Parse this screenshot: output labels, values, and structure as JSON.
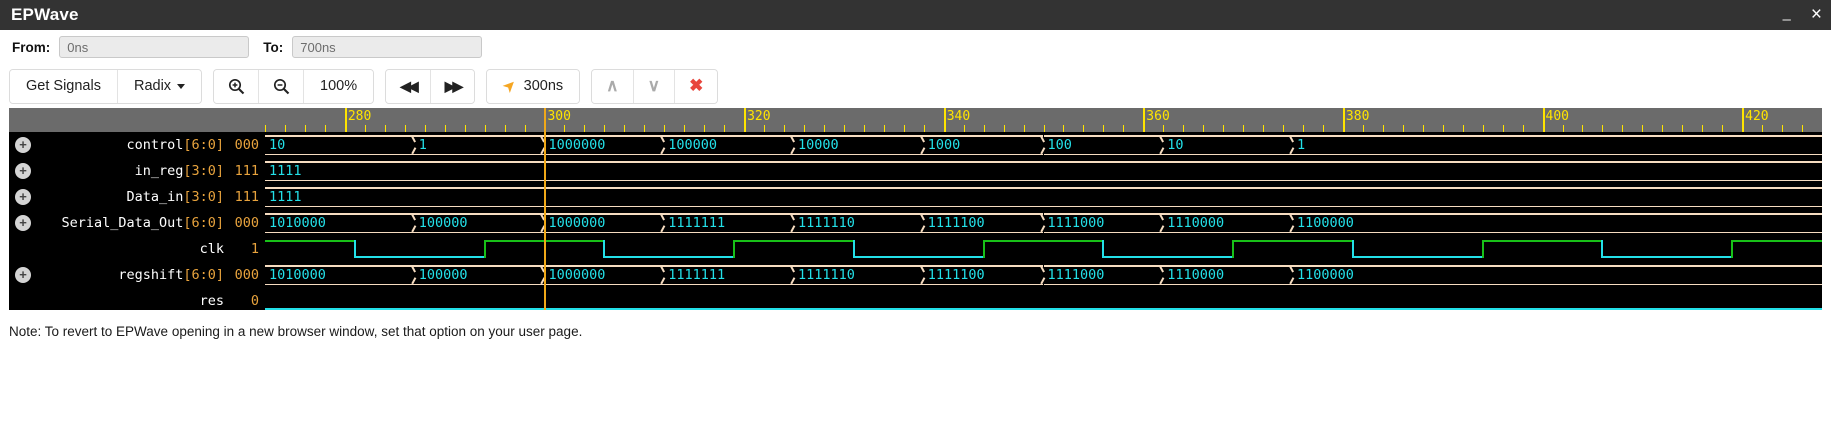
{
  "window": {
    "title": "EPWave",
    "minimize_label": "–",
    "close_label": "×"
  },
  "range": {
    "from_label": "From:",
    "from_value": "0ns",
    "to_label": "To:",
    "to_value": "700ns"
  },
  "toolbar": {
    "get_signals": "Get Signals",
    "radix": "Radix",
    "zoom_in_icon": "zoom-in-icon",
    "zoom_out_icon": "zoom-out-icon",
    "zoom_level": "100%",
    "prev_label": "◀◀",
    "next_label": "▶▶",
    "goto_time": "300ns",
    "goto_icon": "➤",
    "up_label": "∧",
    "down_label": "∨",
    "delete_label": "✖"
  },
  "chart_data": {
    "type": "waveform",
    "title": "EPWave waveform viewer",
    "time_unit": "ns",
    "visible_range": [
      272,
      428
    ],
    "cursor_time": 300,
    "tick_interval": 20,
    "minor_tick_interval": 2,
    "axis_labels": [
      "280",
      "300",
      "320",
      "340",
      "360",
      "380",
      "400",
      "420"
    ],
    "axis_label_times": [
      280,
      300,
      320,
      340,
      360,
      380,
      400,
      420
    ],
    "colors": {
      "background": "#000000",
      "ruler": "#6b6b6b",
      "tick": "#ffe400",
      "bus_outline": "#f6dcc0",
      "bus_text": "#23e0e8",
      "clock_high": "#18c018",
      "clock_low": "#23e0e8",
      "cursor": "#f0a818",
      "signal_name": "#ffffff",
      "signal_bits": "#e8a33d"
    },
    "signals": [
      {
        "name": "control",
        "bits": "[6:0]",
        "value": "000",
        "expandable": true,
        "kind": "bus",
        "segments": [
          {
            "start": 272,
            "end": 287,
            "text": "10"
          },
          {
            "start": 287,
            "end": 300,
            "text": "1"
          },
          {
            "start": 300,
            "end": 312,
            "text": "1000000"
          },
          {
            "start": 312,
            "end": 325,
            "text": "100000"
          },
          {
            "start": 325,
            "end": 338,
            "text": "10000"
          },
          {
            "start": 338,
            "end": 350,
            "text": "1000"
          },
          {
            "start": 350,
            "end": 362,
            "text": "100"
          },
          {
            "start": 362,
            "end": 375,
            "text": "10"
          },
          {
            "start": 375,
            "end": 428,
            "text": "1"
          }
        ]
      },
      {
        "name": "in_reg",
        "bits": "[3:0]",
        "value": "111",
        "expandable": true,
        "kind": "bus",
        "segments": [
          {
            "start": 272,
            "end": 428,
            "text": "1111"
          }
        ]
      },
      {
        "name": "Data_in",
        "bits": "[3:0]",
        "value": "111",
        "expandable": true,
        "kind": "bus",
        "segments": [
          {
            "start": 272,
            "end": 428,
            "text": "1111"
          }
        ]
      },
      {
        "name": "Serial_Data_Out",
        "bits": "[6:0]",
        "value": "000",
        "expandable": true,
        "kind": "bus",
        "segments": [
          {
            "start": 272,
            "end": 287,
            "text": "1010000"
          },
          {
            "start": 287,
            "end": 300,
            "text": "100000"
          },
          {
            "start": 300,
            "end": 312,
            "text": "1000000"
          },
          {
            "start": 312,
            "end": 325,
            "text": "1111111"
          },
          {
            "start": 325,
            "end": 338,
            "text": "1111110"
          },
          {
            "start": 338,
            "end": 350,
            "text": "1111100"
          },
          {
            "start": 350,
            "end": 362,
            "text": "1111000"
          },
          {
            "start": 362,
            "end": 375,
            "text": "1110000"
          },
          {
            "start": 375,
            "end": 428,
            "text": "1100000"
          }
        ]
      },
      {
        "name": "clk",
        "bits": "",
        "value": "1",
        "expandable": false,
        "kind": "clock",
        "period": 25,
        "duty": 0.5,
        "first_high_start": 272,
        "edges": [
          272,
          281,
          294,
          306,
          319,
          331,
          344,
          356,
          369,
          381,
          394,
          406,
          419
        ]
      },
      {
        "name": "regshift",
        "bits": "[6:0]",
        "value": "000",
        "expandable": true,
        "kind": "bus",
        "segments": [
          {
            "start": 272,
            "end": 287,
            "text": "1010000"
          },
          {
            "start": 287,
            "end": 300,
            "text": "100000"
          },
          {
            "start": 300,
            "end": 312,
            "text": "1000000"
          },
          {
            "start": 312,
            "end": 325,
            "text": "1111111"
          },
          {
            "start": 325,
            "end": 338,
            "text": "1111110"
          },
          {
            "start": 338,
            "end": 350,
            "text": "1111100"
          },
          {
            "start": 350,
            "end": 362,
            "text": "1111000"
          },
          {
            "start": 362,
            "end": 375,
            "text": "1110000"
          },
          {
            "start": 375,
            "end": 428,
            "text": "1100000"
          }
        ]
      },
      {
        "name": "res",
        "bits": "",
        "value": "0",
        "expandable": false,
        "kind": "level-low",
        "level": 0
      }
    ]
  },
  "footer": {
    "note": "Note: To revert to EPWave opening in a new browser window, set that option on your user page."
  }
}
